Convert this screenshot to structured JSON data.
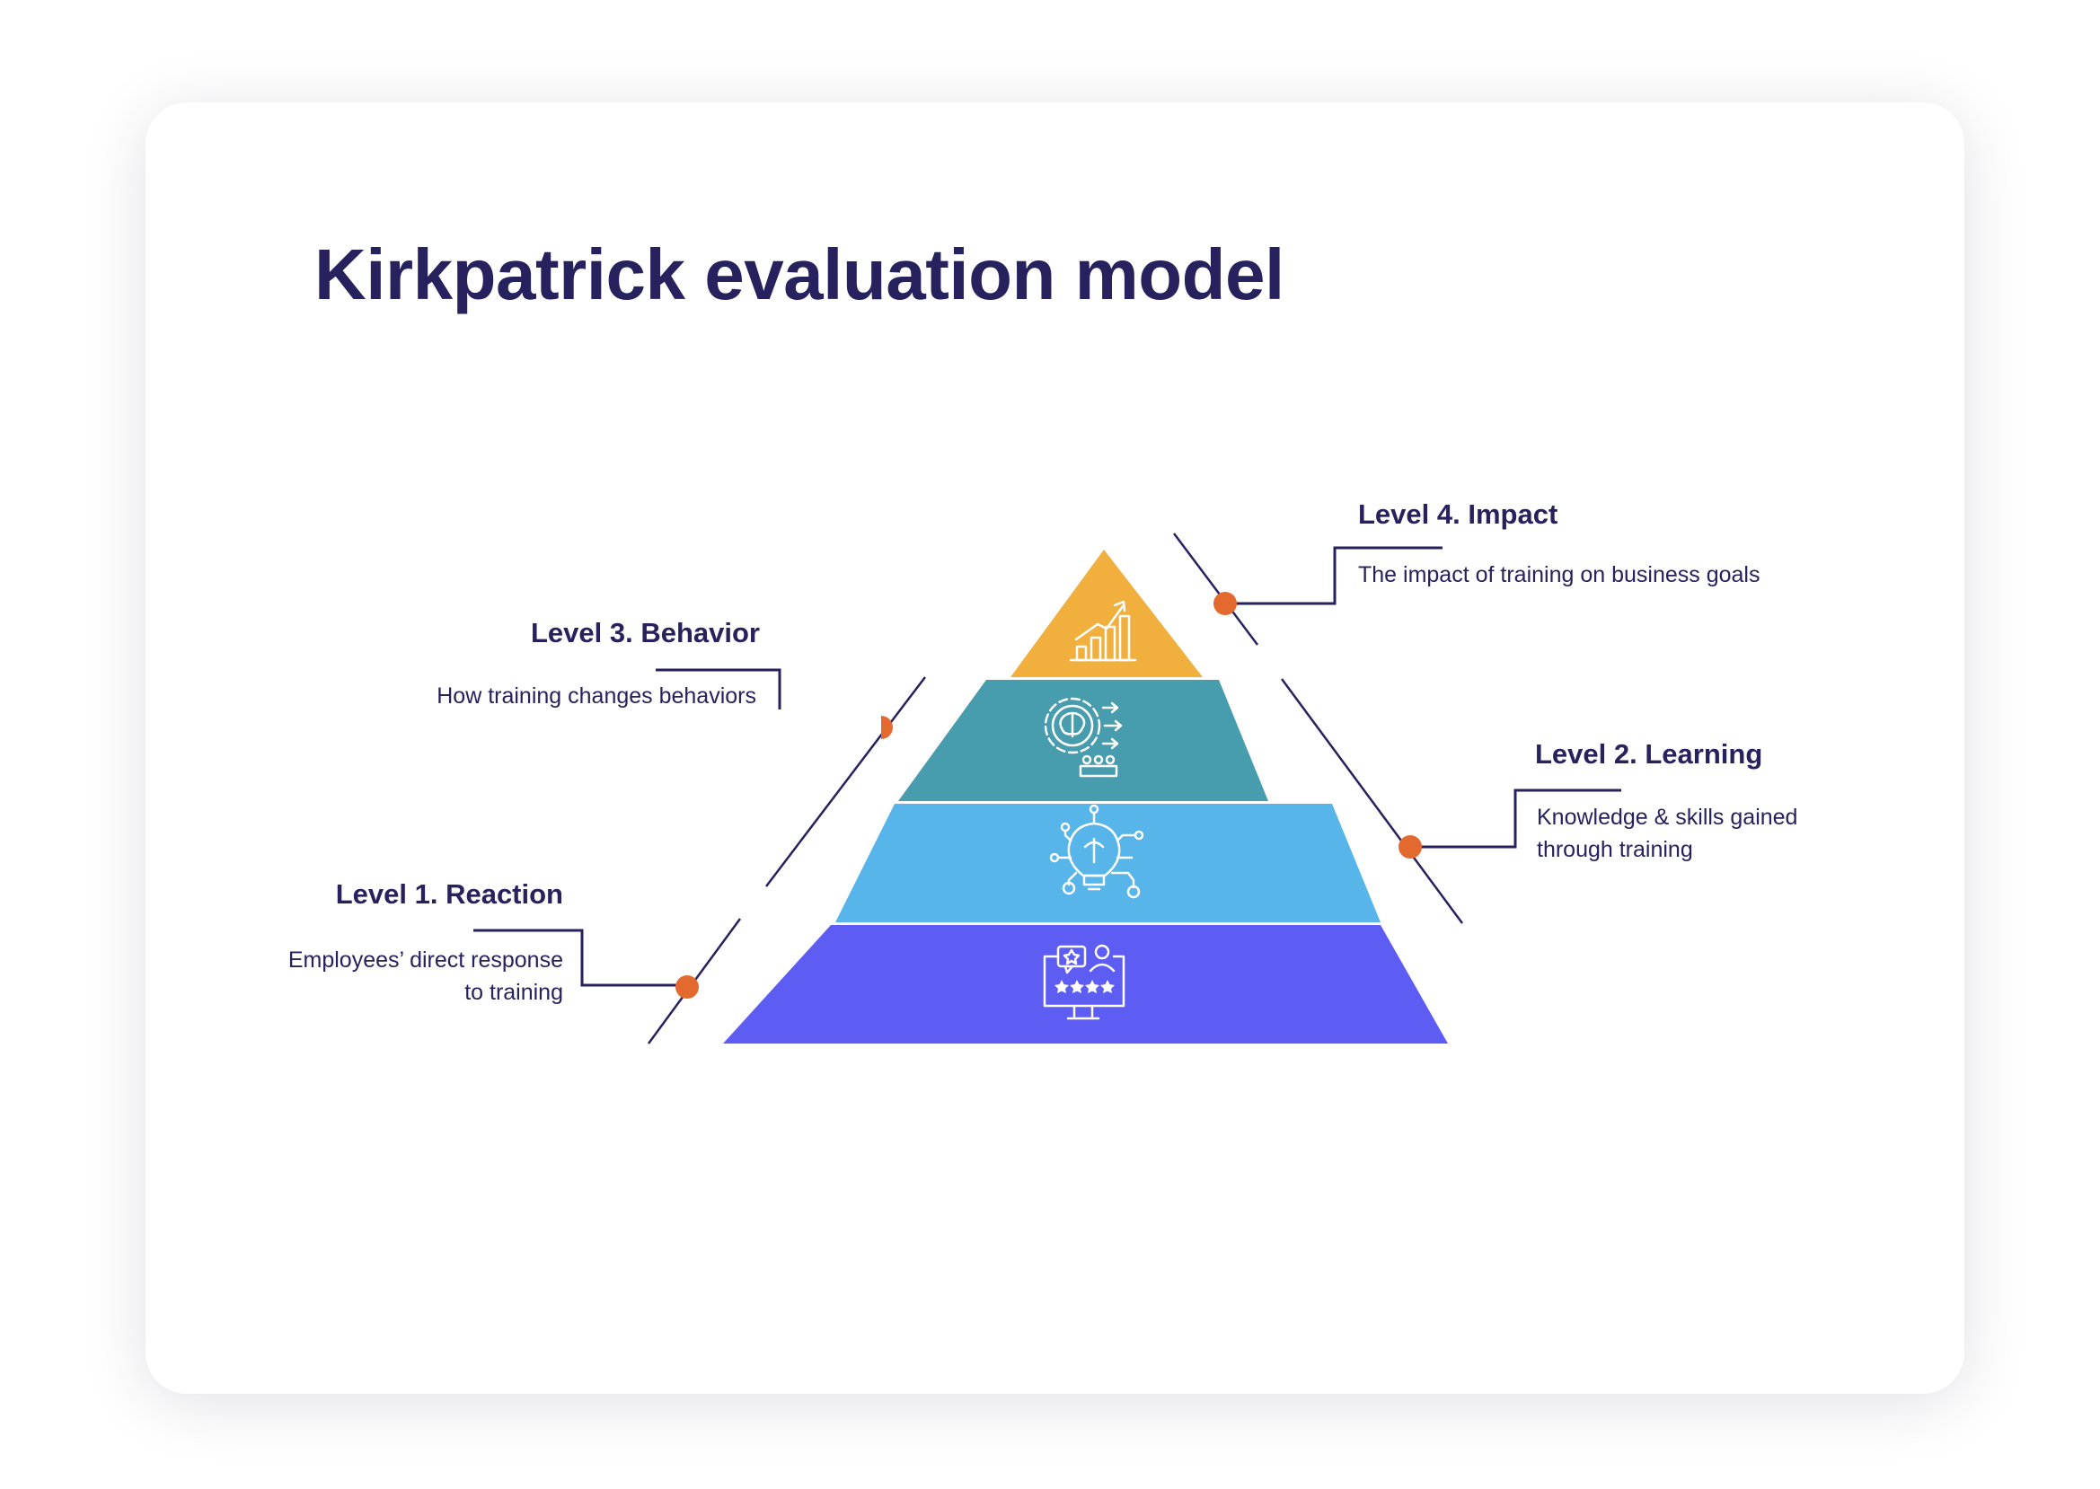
{
  "title": "Kirkpatrick evaluation model",
  "colors": {
    "title_text": "#27215e",
    "connector": "#27215e",
    "dot": "#e3692f",
    "level_4": "#f1af3d",
    "level_3": "#479cae",
    "level_2": "#57b5e9",
    "level_1": "#5d5cf3",
    "icon": "#ffffff"
  },
  "levels": {
    "level_4": {
      "title": "Level 4. Impact",
      "desc": [
        "The impact of training on business goals"
      ],
      "icon": "growth-chart-icon"
    },
    "level_3": {
      "title": "Level 3. Behavior",
      "desc": [
        "How training changes behaviors"
      ],
      "icon": "brain-gear-team-icon"
    },
    "level_2": {
      "title": "Level 2. Learning",
      "desc": [
        "Knowledge & skills gained",
        "through training"
      ],
      "icon": "lightbulb-brain-network-icon"
    },
    "level_1": {
      "title": "Level 1. Reaction",
      "desc": [
        "Employees’ direct response",
        "to training"
      ],
      "icon": "monitor-rating-feedback-icon"
    }
  }
}
